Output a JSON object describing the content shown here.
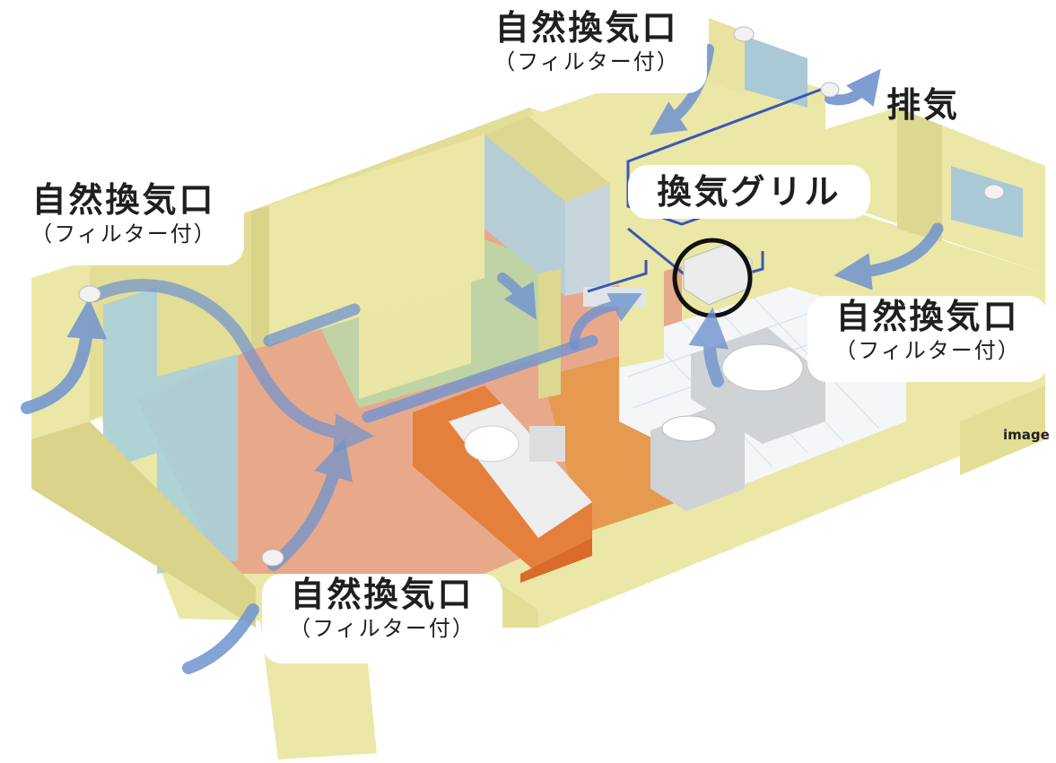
{
  "labels": {
    "inlet_top": {
      "main": "自然換気口",
      "sub": "（フィルター付）"
    },
    "inlet_left": {
      "main": "自然換気口",
      "sub": "（フィルター付）"
    },
    "inlet_right": {
      "main": "自然換気口",
      "sub": "（フィルター付）"
    },
    "inlet_bottom": {
      "main": "自然換気口",
      "sub": "（フィルター付）"
    },
    "exhaust": "排気",
    "grille": "換気グリル",
    "image_note": "image"
  },
  "colors": {
    "wall": "#ebe7a6",
    "wall_side": "#d9d48a",
    "floor_living": "#e8a98a",
    "floor_kitchen": "#e59a50",
    "airflow": "#6f93cf",
    "duct": "#3a57b8",
    "bathroom_tile": "#f4f6f8",
    "highlight_ring": "#111111"
  }
}
